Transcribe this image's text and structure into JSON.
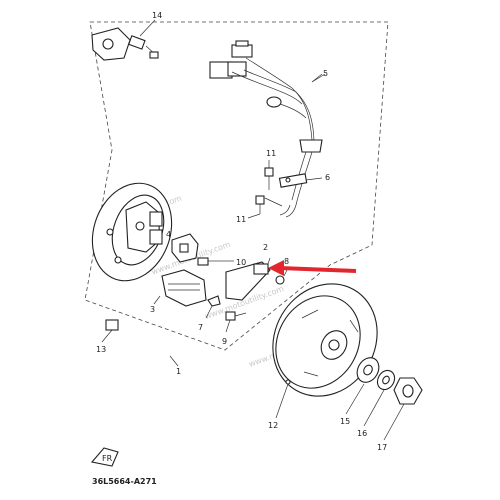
{
  "diagram": {
    "part_labels": [
      "1",
      "2",
      "3",
      "4",
      "5",
      "6",
      "7",
      "8",
      "9",
      "10",
      "11",
      "11",
      "12",
      "13",
      "14",
      "15",
      "16",
      "17"
    ],
    "drawing_code": "36L5664-A271",
    "watermark": "www.motoutility.com",
    "front_badge": "FR",
    "colors": {
      "arrow": "#e3262e",
      "lines": "#333333"
    }
  }
}
